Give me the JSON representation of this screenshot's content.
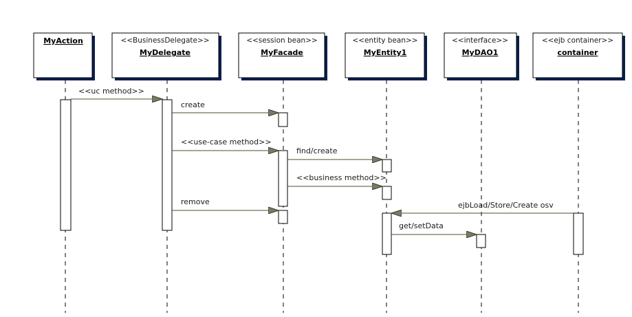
{
  "colors": {
    "box_shadow": "#0b1f4e",
    "line": "#4d4d2e",
    "arrow_fill": "#7a7a68"
  },
  "lifelines": [
    {
      "id": "action",
      "stereotype": "",
      "name": "MyAction"
    },
    {
      "id": "delegate",
      "stereotype": "<<BusinessDelegate>>",
      "name": "MyDelegate"
    },
    {
      "id": "facade",
      "stereotype": "<<session bean>>",
      "name": "MyFacade"
    },
    {
      "id": "entity",
      "stereotype": "<<entity bean>>",
      "name": "MyEntity1"
    },
    {
      "id": "dao",
      "stereotype": "<<interface>>",
      "name": "MyDAO1"
    },
    {
      "id": "container",
      "stereotype": "<<ejb container>>",
      "name": "container"
    }
  ],
  "messages": [
    {
      "id": "uc",
      "label": "<<uc method>>",
      "from": "action",
      "to": "delegate"
    },
    {
      "id": "create",
      "label": "create",
      "from": "delegate",
      "to": "facade"
    },
    {
      "id": "usecase",
      "label": "<<use-case method>>",
      "from": "delegate",
      "to": "facade"
    },
    {
      "id": "find",
      "label": "find/create",
      "from": "facade",
      "to": "entity"
    },
    {
      "id": "business",
      "label": "<<business method>>",
      "from": "facade",
      "to": "entity"
    },
    {
      "id": "remove",
      "label": "remove",
      "from": "delegate",
      "to": "facade"
    },
    {
      "id": "ejbload",
      "label": "ejbLoad/Store/Create osv",
      "from": "container",
      "to": "entity"
    },
    {
      "id": "setdata",
      "label": "get/setData",
      "from": "entity",
      "to": "dao"
    }
  ]
}
